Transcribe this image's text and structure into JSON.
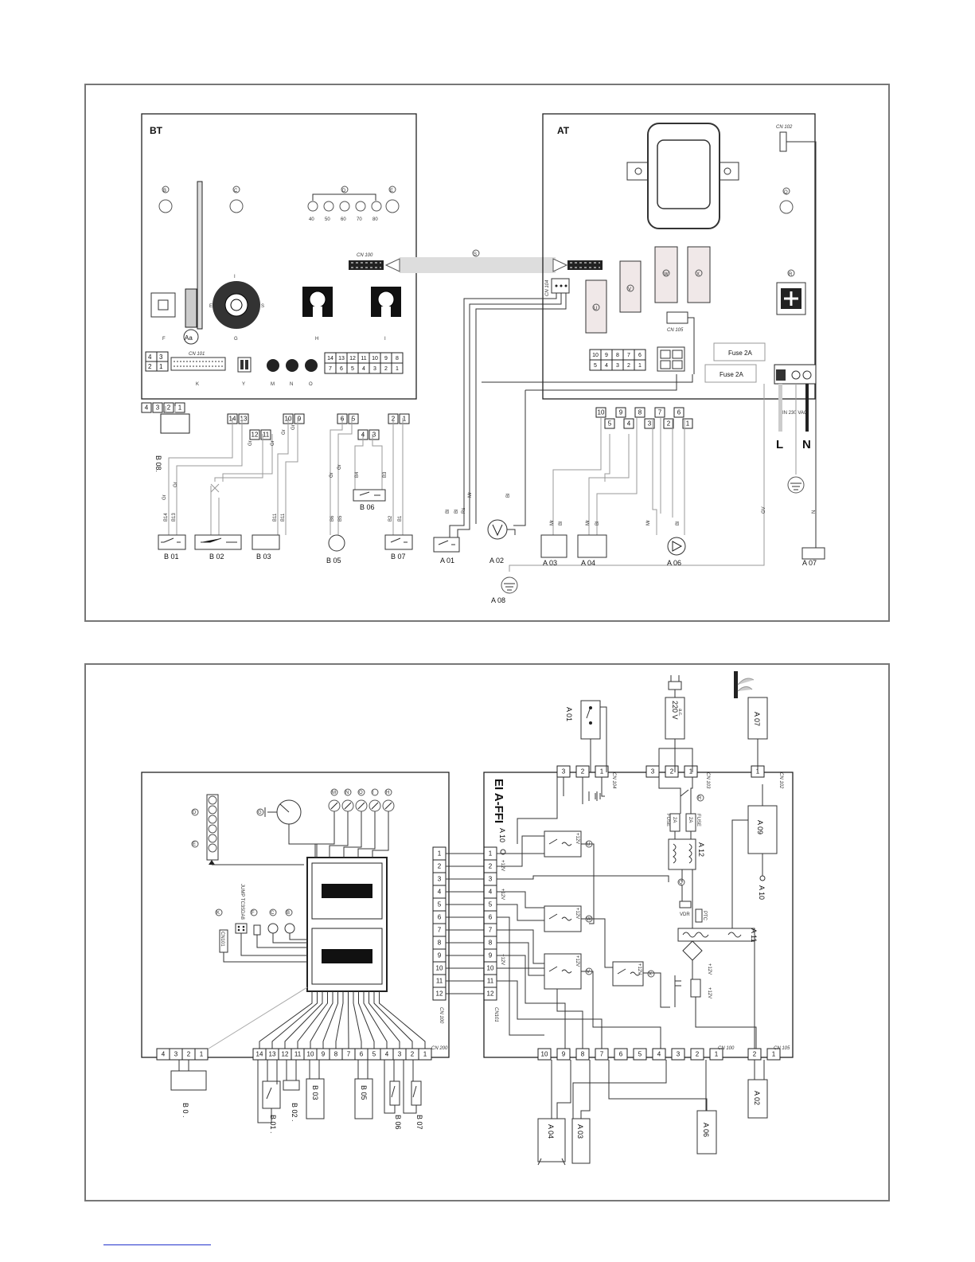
{
  "top_diagram": {
    "bt_label": "BT",
    "at_label": "AT",
    "bt_markers": [
      "B",
      "C",
      "D",
      "E",
      "F",
      "Aa",
      "G",
      "H",
      "I",
      "K",
      "Y",
      "M",
      "N",
      "O"
    ],
    "temp_scale": [
      "40",
      "50",
      "60",
      "70",
      "80"
    ],
    "knob_letters": [
      "I",
      "E",
      "S"
    ],
    "cn100": "CN 100",
    "cn101": "CN 101",
    "cn102": "CN 102",
    "cn104": "CN 104",
    "cn105": "CN 105",
    "link_letter": "S",
    "at_markers": [
      "Q",
      "R",
      "U",
      "V",
      "W",
      "X"
    ],
    "fuse1": "Fuse 2A",
    "fuse2": "Fuse 2A",
    "mains_text": "IN 230 VAC",
    "L": "L",
    "N": "N",
    "cn101_top": [
      "14",
      "13",
      "12",
      "11",
      "10",
      "9",
      "8"
    ],
    "cn101_bottom": [
      "7",
      "6",
      "5",
      "4",
      "3",
      "2",
      "1"
    ],
    "f_grid": [
      "4",
      "3",
      "2",
      "1"
    ],
    "at_top": [
      "10",
      "9",
      "8",
      "7",
      "6"
    ],
    "at_bottom": [
      "5",
      "4",
      "3",
      "2",
      "1"
    ],
    "b08_pins": [
      "4",
      "3",
      "2",
      "1"
    ],
    "pins_14_13": [
      "14",
      "13"
    ],
    "pins_12_11": [
      "12",
      "11"
    ],
    "pins_10_9": [
      "10",
      "9"
    ],
    "pins_6_5": [
      "6",
      "5"
    ],
    "pins_4_3": [
      "4",
      "3"
    ],
    "pins_2_1": [
      "2",
      "1"
    ],
    "at_pins_top": [
      "10",
      "9",
      "8",
      "7",
      "6"
    ],
    "at_pins_bottom": [
      "5",
      "4",
      "3",
      "2",
      "1"
    ],
    "components": [
      "B 08.",
      "B 01",
      "B 02",
      "B 03",
      "B 05",
      "B 06",
      "B 07",
      "A 01",
      "A 02",
      "A 03",
      "A 04",
      "A 06",
      "A 07",
      "A 08"
    ],
    "wire_tags": [
      "Gr",
      "Gr",
      "B14",
      "B13",
      "Gr",
      "Gr",
      "B11",
      "B11",
      "Gr",
      "Gr",
      "Gr",
      "Gr",
      "B6",
      "B5",
      "B4",
      "B3",
      "B2",
      "B1",
      "Bl",
      "Bl",
      "Rs",
      "Mr",
      "Bl",
      "Mr",
      "Bl",
      "Mr",
      "Bl",
      "Mr",
      "Bl",
      "GV",
      "N"
    ]
  },
  "bottom_diagram": {
    "board_title": "EI A-FFI",
    "cn100_pins": [
      "1",
      "2",
      "3",
      "4",
      "5",
      "6",
      "7",
      "8",
      "9",
      "10",
      "11",
      "12"
    ],
    "cn101_pins": [
      "1",
      "2",
      "3",
      "4",
      "5",
      "6",
      "7",
      "8",
      "9",
      "10",
      "11",
      "12"
    ],
    "cn200_pins": [
      "14",
      "13",
      "12",
      "11",
      "10",
      "9",
      "8",
      "7",
      "6",
      "5",
      "4",
      "3",
      "2",
      "1"
    ],
    "f_pins": [
      "4",
      "3",
      "2",
      "1"
    ],
    "cn100b_pins": [
      "10",
      "9",
      "8",
      "7",
      "6",
      "5",
      "4",
      "3",
      "2",
      "1"
    ],
    "cn105_pins": [
      "2",
      "1"
    ],
    "cn104_pins": [
      "3",
      "2",
      "1"
    ],
    "cn103_pins": [
      "3",
      "2",
      "1"
    ],
    "cn102_pins": [
      "1"
    ],
    "cn_labels": [
      "CN 100",
      "CN101",
      "CN 200",
      "CN 104",
      "CN 103",
      "CN 102",
      "CN 105",
      "CN 100",
      "CN101"
    ],
    "left_markers": [
      "M",
      "N",
      "O",
      "I",
      "H",
      "G",
      "D",
      "E",
      "K",
      "F",
      "C",
      "B"
    ],
    "jump_label": "JUMP TC3SDA8",
    "cn101_small": "CN101",
    "components": [
      "A 01",
      "220 V",
      "a.c.",
      "A 07",
      "A 09",
      "A 10",
      "A 10",
      "A 11",
      "A 12",
      "B 0 .",
      "B 01 .",
      "B 02 .",
      "B 03",
      "B 05",
      "B 06",
      "B 07",
      "A 04",
      "A 03",
      "A 06",
      "A 02"
    ],
    "relay_letters": [
      "U",
      "W",
      "V",
      "X",
      "Q",
      "R"
    ],
    "voltages": [
      "+12V",
      "+12V",
      "+12V",
      "+12V",
      "+12V",
      "+12V",
      "+12V",
      "+12V"
    ],
    "fuse_labels": [
      "FUSE",
      "2A",
      "FUSE",
      "2A"
    ],
    "misc_labels": [
      "VDR",
      "PTC"
    ]
  }
}
